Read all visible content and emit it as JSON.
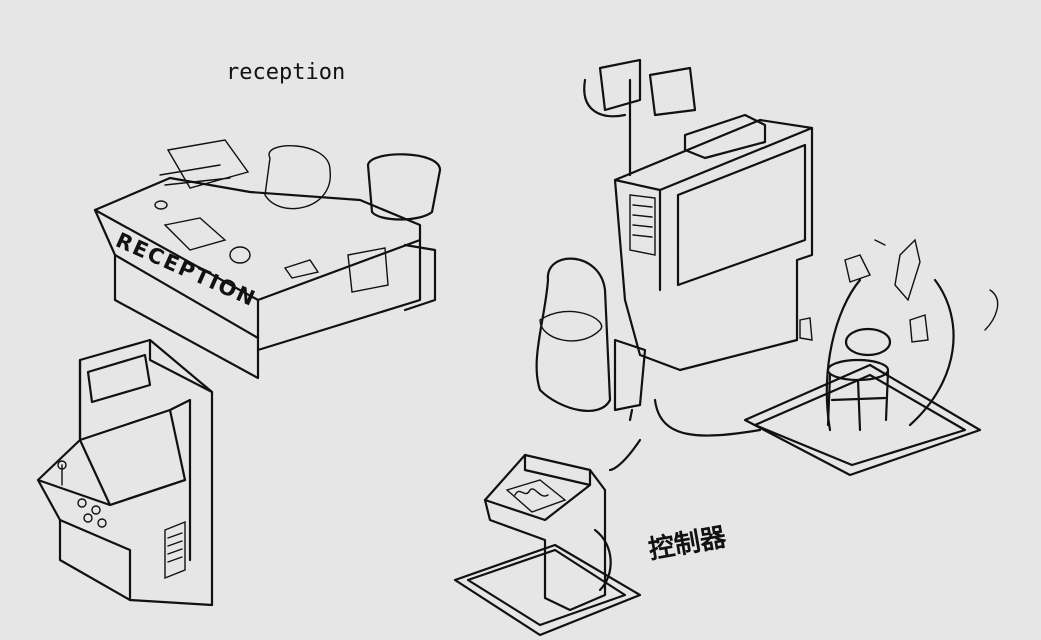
{
  "caption": "reception",
  "desk_sign": "RECEPTION",
  "controller_note": "控制器"
}
